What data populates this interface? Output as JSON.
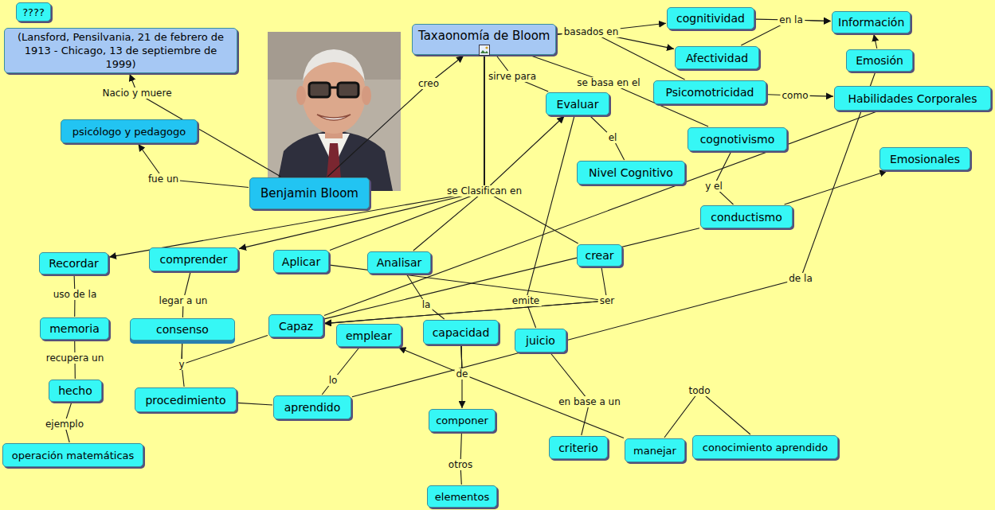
{
  "diagram": {
    "nodes": [
      {
        "text": [
          "????"
        ]
      },
      {
        "text": [
          "(Lansford, Pensilvania, 21 de febrero de 1913 - Chicago, 13 de septiembre de 1999)"
        ]
      },
      {
        "text": [
          "Taxaonomía de Bloom"
        ]
      },
      {
        "text": [
          "cognitividad"
        ]
      },
      {
        "text": [
          "Información"
        ]
      },
      {
        "text": [
          "Afectividad"
        ]
      },
      {
        "text": [
          "Emosión"
        ]
      },
      {
        "text": [
          "Psicomotricidad"
        ]
      },
      {
        "text": [
          "Habilidades Corporales"
        ]
      },
      {
        "text": [
          "psicólogo y pedagogo"
        ]
      },
      {
        "text": [
          "Evaluar"
        ]
      },
      {
        "text": [
          "cognotivismo"
        ]
      },
      {
        "text": [
          "Emosionales"
        ]
      },
      {
        "text": [
          "Nivel Cognitivo"
        ]
      },
      {
        "text": [
          "Benjamin Bloom"
        ]
      },
      {
        "text": [
          "conductismo"
        ]
      },
      {
        "text": [
          "Recordar"
        ]
      },
      {
        "text": [
          "comprender"
        ]
      },
      {
        "text": [
          "Aplicar"
        ]
      },
      {
        "text": [
          "Analisar"
        ]
      },
      {
        "text": [
          "crear"
        ]
      },
      {
        "text": [
          "memoria"
        ]
      },
      {
        "text": [
          "consenso"
        ]
      },
      {
        "text": [
          "Capaz"
        ]
      },
      {
        "text": [
          "emplear"
        ]
      },
      {
        "text": [
          "capacidad"
        ]
      },
      {
        "text": [
          "juicio"
        ]
      },
      {
        "text": [
          "hecho"
        ]
      },
      {
        "text": [
          "procedimiento"
        ]
      },
      {
        "text": [
          "aprendido"
        ]
      },
      {
        "text": [
          "componer"
        ]
      },
      {
        "text": [
          "operación matemáticas"
        ]
      },
      {
        "text": [
          "criterio"
        ]
      },
      {
        "text": [
          "manejar"
        ]
      },
      {
        "text": [
          "conocimiento aprendido"
        ]
      },
      {
        "text": [
          "elementos"
        ]
      }
    ],
    "edges": [
      {
        "from": 14,
        "to": 1,
        "label": "Nacio y muere",
        "arrow": "to"
      },
      {
        "from": 14,
        "to": 9,
        "label": "fue un",
        "arrow": "to"
      },
      {
        "from": 14,
        "to": 2,
        "label": "creo",
        "arrow": "to"
      },
      {
        "from": 2,
        "to": 3,
        "label": "basados en",
        "arrow": "to"
      },
      {
        "from": 2,
        "to": 5,
        "arrow": "to"
      },
      {
        "from": 2,
        "to": 7,
        "arrow": "none"
      },
      {
        "from": 3,
        "to": 4,
        "label": "en la",
        "arrow": "to"
      },
      {
        "from": 5,
        "to": 4,
        "arrow": "to"
      },
      {
        "from": 6,
        "to": 4,
        "arrow": "to"
      },
      {
        "from": 7,
        "to": 8,
        "label": "como",
        "arrow": "to"
      },
      {
        "from": 2,
        "to": 10,
        "label": "sirve para",
        "arrow": "none"
      },
      {
        "from": 2,
        "to": 11,
        "label": "se basa en el",
        "arrow": "none"
      },
      {
        "from": 10,
        "to": 13,
        "label": "el",
        "arrow": "none"
      },
      {
        "from": 11,
        "to": 15,
        "label": "y el",
        "arrow": "none"
      },
      {
        "from": 15,
        "to": 12,
        "arrow": "to"
      },
      {
        "from": 2,
        "to": 16,
        "label": "se Clasifican en",
        "arrow": "to"
      },
      {
        "from": 2,
        "to": 17,
        "arrow": "to"
      },
      {
        "from": 2,
        "to": 18,
        "arrow": "none"
      },
      {
        "from": 2,
        "to": 19,
        "arrow": "none"
      },
      {
        "from": 2,
        "to": 20,
        "arrow": "none"
      },
      {
        "from": 2,
        "to": 10,
        "arrow": "to"
      },
      {
        "from": 16,
        "to": 21,
        "label": "uso de la",
        "arrow": "none"
      },
      {
        "from": 21,
        "to": 27,
        "label": "recupera un",
        "arrow": "none"
      },
      {
        "from": 27,
        "to": 31,
        "label": "ejemplo",
        "arrow": "none"
      },
      {
        "from": 17,
        "to": 22,
        "label": "legar a un",
        "arrow": "none"
      },
      {
        "from": 22,
        "to": 28,
        "label": "y",
        "arrow": "none"
      },
      {
        "from": 22,
        "to": 23,
        "arrow": "none"
      },
      {
        "from": 18,
        "to": 23,
        "label": "ser",
        "arrow": "to"
      },
      {
        "from": 20,
        "to": 23,
        "arrow": "to"
      },
      {
        "from": 19,
        "to": 25,
        "label": "la",
        "arrow": "none"
      },
      {
        "from": 10,
        "to": 26,
        "label": "emite",
        "arrow": "none"
      },
      {
        "from": 26,
        "to": 32,
        "label": "en base a un",
        "arrow": "none"
      },
      {
        "from": 25,
        "to": 30,
        "label": "de",
        "arrow": "to"
      },
      {
        "from": 25,
        "to": 24,
        "arrow": "to"
      },
      {
        "from": 25,
        "to": 33,
        "arrow": "none"
      },
      {
        "from": 24,
        "to": 29,
        "label": "lo",
        "arrow": "none"
      },
      {
        "from": 28,
        "to": 29,
        "arrow": "none"
      },
      {
        "from": 29,
        "to": 6,
        "label": "de la",
        "arrow": "none"
      },
      {
        "from": 30,
        "to": 35,
        "label": "otros",
        "arrow": "none"
      },
      {
        "from": 33,
        "to": 34,
        "label": "todo",
        "arrow": "none"
      },
      {
        "from": 15,
        "to": 23,
        "arrow": "none"
      },
      {
        "from": 8,
        "to": 23,
        "arrow": "none"
      }
    ]
  }
}
